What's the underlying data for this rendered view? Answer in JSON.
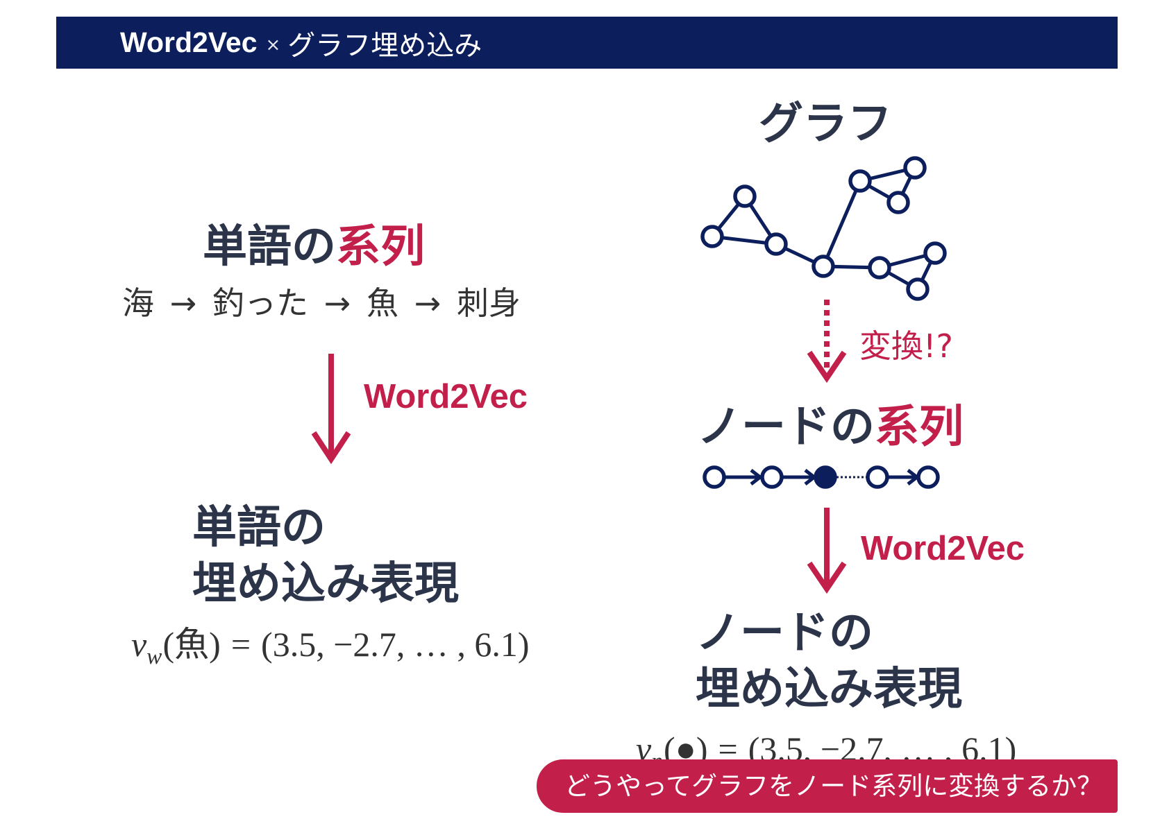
{
  "colors": {
    "navy": "#0c1f5c",
    "accent": "#c21f4b",
    "heading": "#2c3449",
    "text": "#333333"
  },
  "header": {
    "title_en": "Word2Vec",
    "separator": "×",
    "title_jp": "グラフ埋め込み"
  },
  "word_side": {
    "heading_prefix": "単語の",
    "heading_accent": "系列",
    "sequence": {
      "tokens": [
        "海",
        "釣った",
        "魚",
        "刺身"
      ],
      "arrow": "→"
    },
    "method": "Word2Vec",
    "result_line1": "単語の",
    "result_line2": "埋め込み表現",
    "formula": {
      "var": "v",
      "sub": "w",
      "arg": "(魚)",
      "eq": "=",
      "vector": "(3.5, −2.7, … , 6.1)"
    }
  },
  "graph_side": {
    "heading": "グラフ",
    "transform_label": "変換!?",
    "seq_heading_prefix": "ノードの",
    "seq_heading_accent": "系列",
    "method": "Word2Vec",
    "result_line1": "ノードの",
    "result_line2": "埋め込み表現",
    "formula": {
      "var": "v",
      "sub": "n",
      "arg": "(●)",
      "eq": "=",
      "vector": "(3.5, −2.7, … , 6.1)"
    }
  },
  "banner": {
    "text": "どうやってグラフをノード系列に変換するか？"
  }
}
